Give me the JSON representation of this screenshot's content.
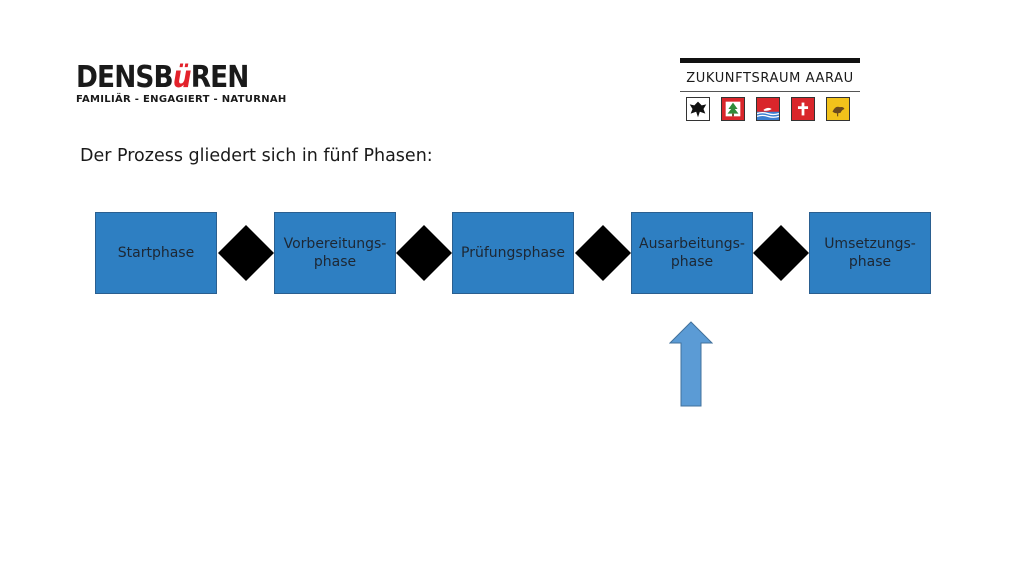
{
  "logo_left": {
    "title_main": "DENSB",
    "title_accent": "ü",
    "title_end": "REN",
    "subtitle": "FAMILIÄR - ENGAGIERT - NATURNAH"
  },
  "logo_right": {
    "name": "ZUKUNFTSRAUM AARAU",
    "crests": [
      "eagle-crest",
      "tree-crest",
      "swan-crest",
      "cross-crest",
      "bird-crest"
    ]
  },
  "heading": "Der Prozess gliedert sich in fünf Phasen:",
  "phases": [
    "Startphase",
    "Vorbereitungs-\nphase",
    "Prüfungsphase",
    "Ausarbeitungs-\nphase",
    "Umsetzungs-\nphase"
  ],
  "colors": {
    "phase_fill": "#2e7fc2",
    "diamond": "#000000",
    "arrow_fill": "#5b9bd5",
    "accent_red": "#e3222b"
  }
}
